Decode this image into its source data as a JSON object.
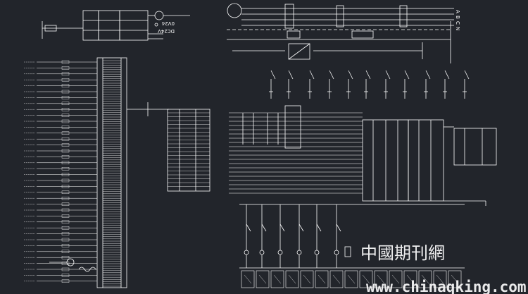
{
  "labels": {
    "dc_supply": "DC24V",
    "dc_supply_2": "0V24",
    "phase_a": "A",
    "phase_b": "B",
    "phase_c": "C",
    "neutral": "N"
  },
  "watermark": {
    "cn": "中國期刊網",
    "url": "www.chinaqking.com"
  },
  "colors": {
    "background": "#22252b",
    "line": "#ffffff"
  }
}
